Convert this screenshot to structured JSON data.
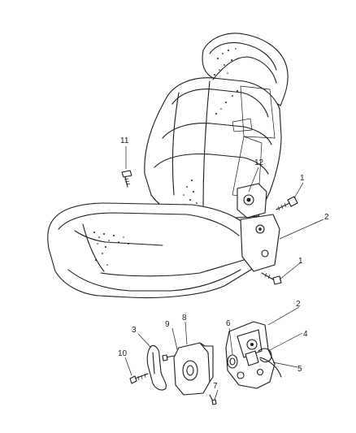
{
  "callouts": {
    "c1a": "1",
    "c1b": "1",
    "c2a": "2",
    "c2b": "2",
    "c3": "3",
    "c4": "4",
    "c5": "5",
    "c6": "6",
    "c7": "7",
    "c8": "8",
    "c9": "9",
    "c10": "10",
    "c11": "11",
    "c12": "12"
  }
}
